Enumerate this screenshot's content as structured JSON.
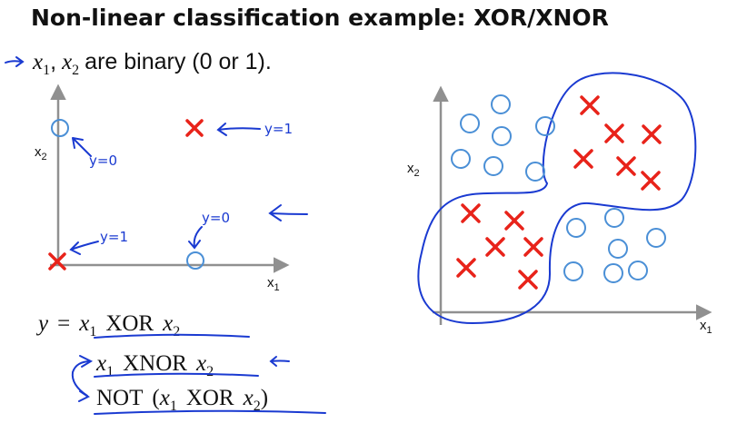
{
  "title": "Non-linear classification example: XOR/XNOR",
  "bullet": {
    "var1": "x",
    "sub1": "1",
    "sep": ",",
    "var2": "x",
    "sub2": "2",
    "text": "are binary (0 or 1)."
  },
  "left_plot": {
    "x_axis_label": "x",
    "x_axis_sub": "1",
    "y_axis_label": "x",
    "y_axis_sub": "2",
    "notes": {
      "top_left": "y=0",
      "top_right": "y=1",
      "bottom_left": "y=1",
      "bottom_right": "y=0"
    }
  },
  "right_plot": {
    "x_axis_label": "x",
    "x_axis_sub": "1",
    "y_axis_label": "x",
    "y_axis_sub": "2"
  },
  "equations": {
    "lhs": "y",
    "eq": "=",
    "line1": {
      "a": "x",
      "a_sub": "1",
      "op": "XOR",
      "b": "x",
      "b_sub": "2"
    },
    "line2": {
      "a": "x",
      "a_sub": "1",
      "op": "XNOR",
      "b": "x",
      "b_sub": "2"
    },
    "line3": {
      "not": "NOT",
      "open": "(",
      "a": "x",
      "a_sub": "1",
      "op": "XOR",
      "b": "x",
      "b_sub": "2",
      "close": ")"
    }
  },
  "colors": {
    "cross": "#e8231a",
    "circle": "#4a8fd6",
    "ink": "#1a3ad1",
    "axis": "#909090"
  }
}
